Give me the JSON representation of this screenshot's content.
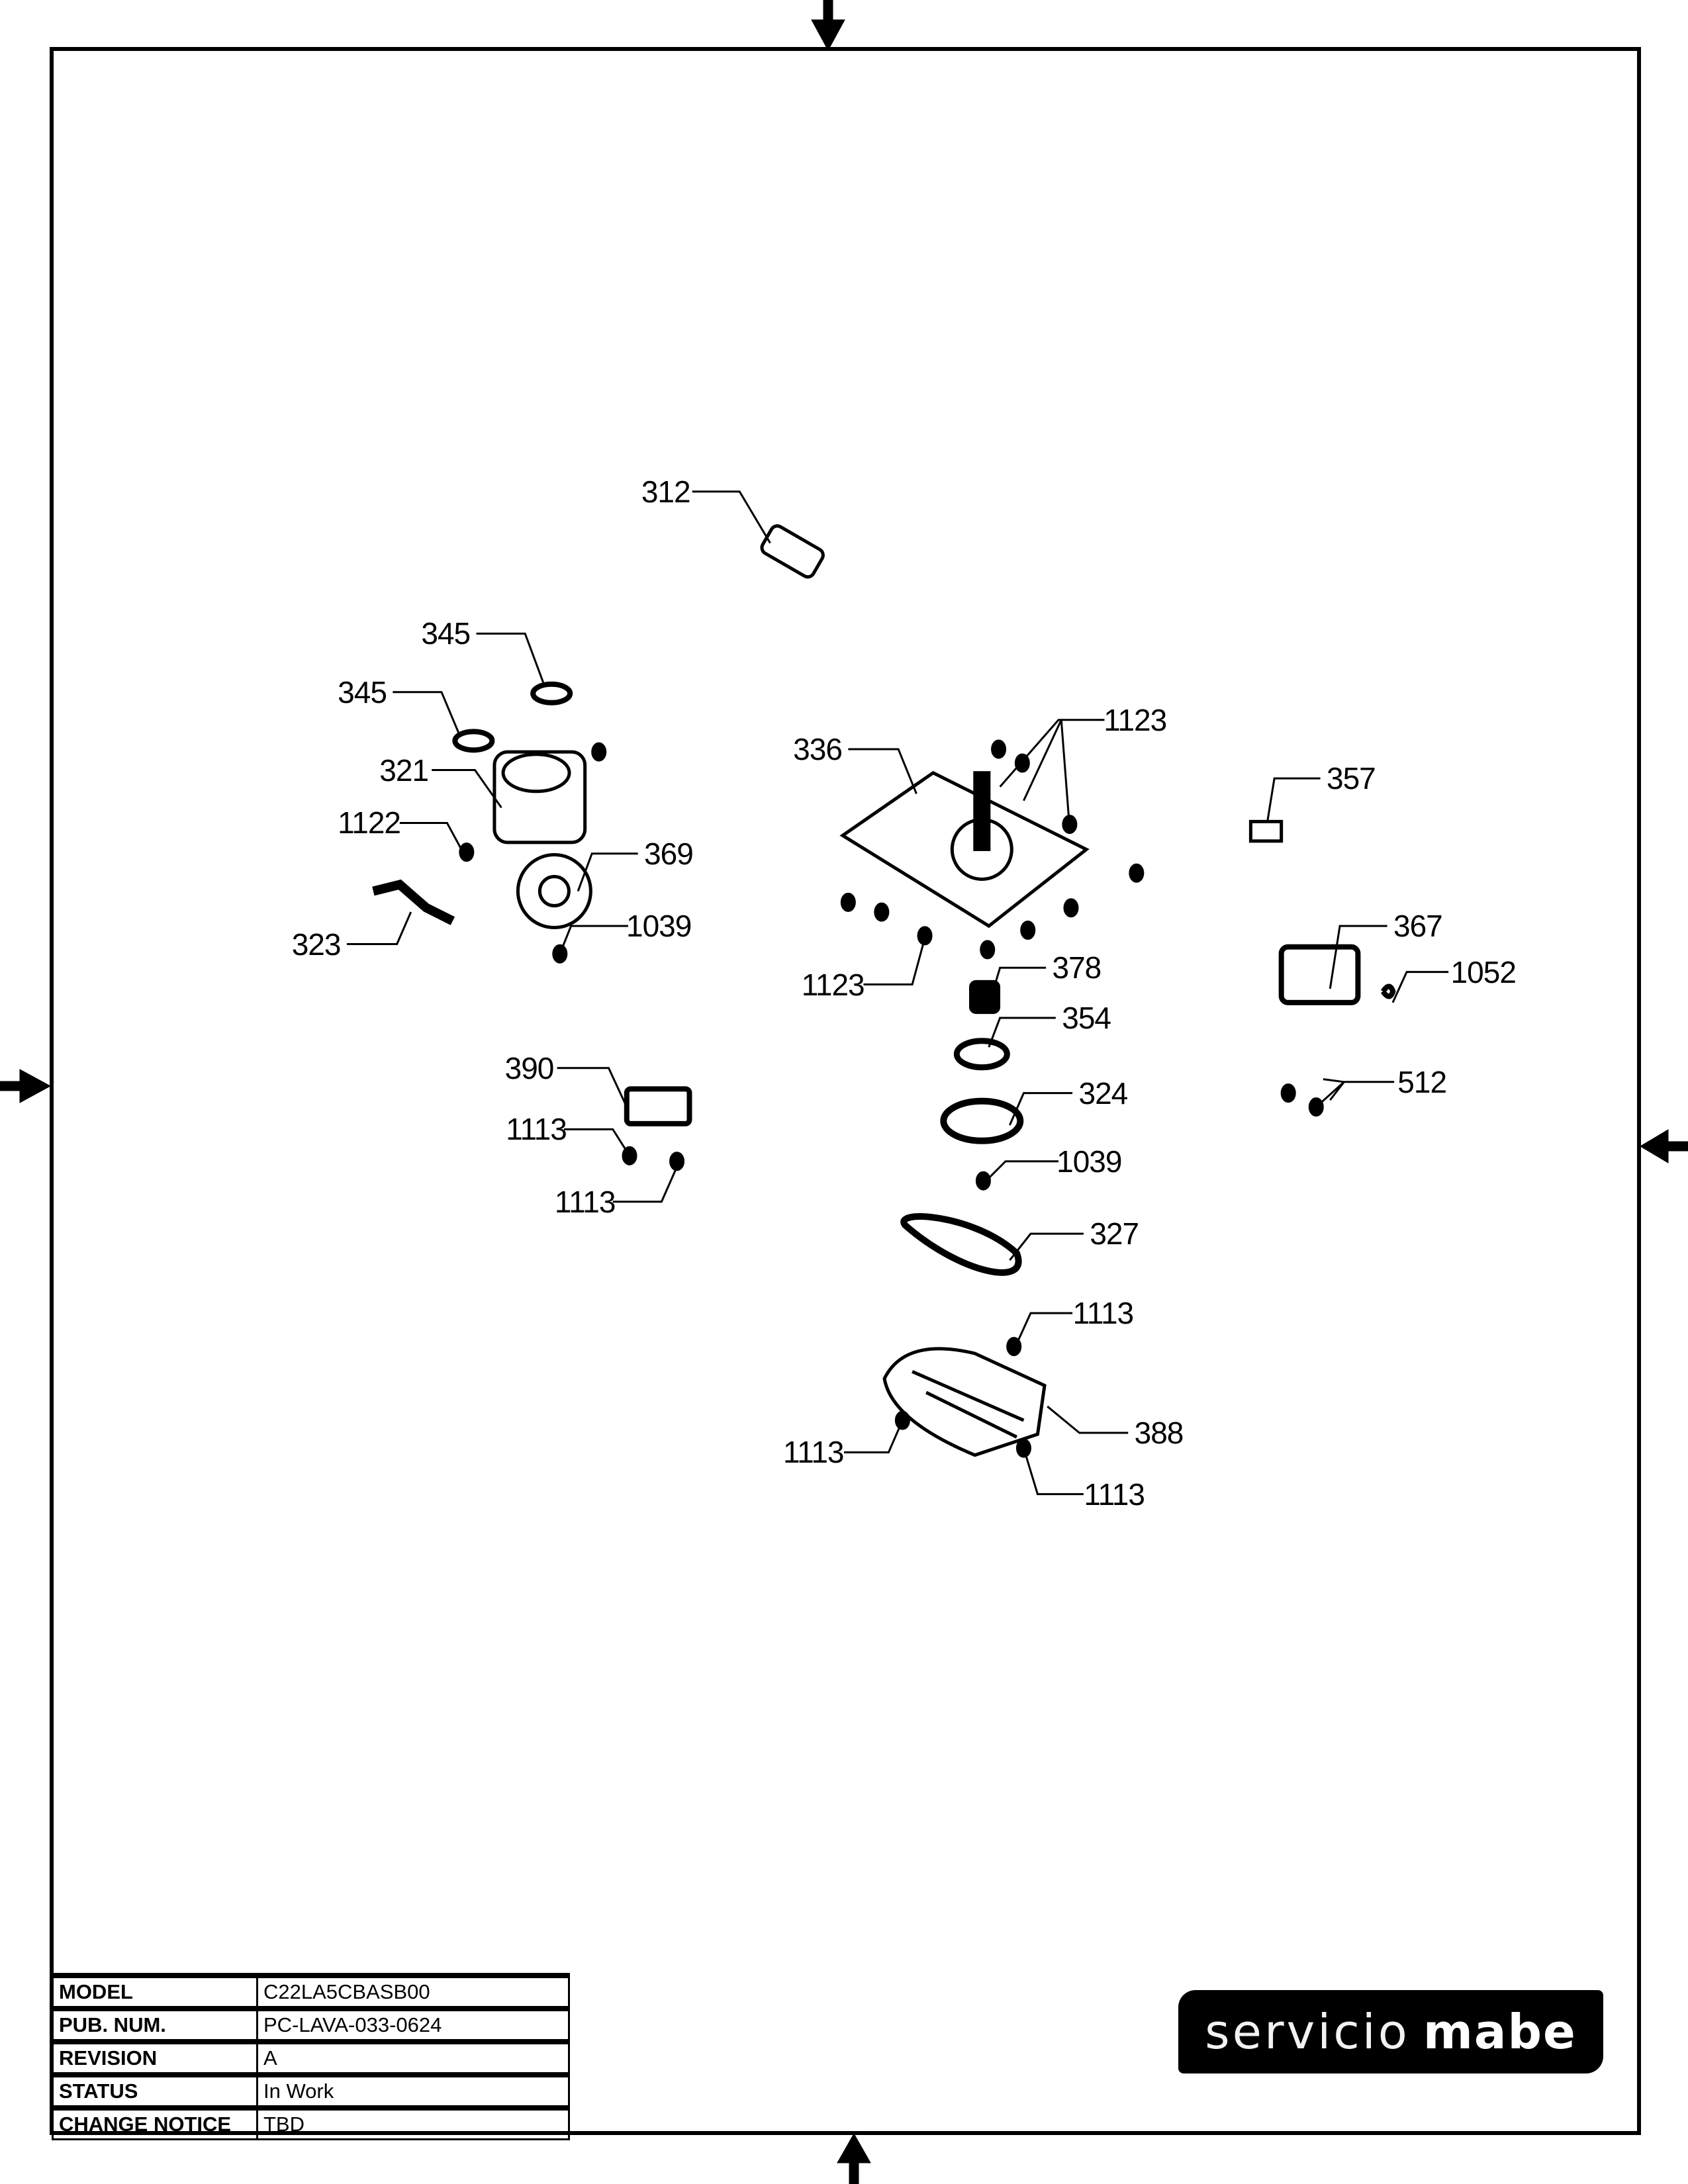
{
  "callouts": [
    "312",
    "345",
    "345",
    "321",
    "1122",
    "369",
    "323",
    "1039",
    "336",
    "1123",
    "357",
    "1123",
    "378",
    "354",
    "367",
    "1052",
    "512",
    "390",
    "1113",
    "1113",
    "324",
    "1039",
    "327",
    "1113",
    "388",
    "1113",
    "1113"
  ],
  "title_block": {
    "rows": [
      {
        "label": "MODEL",
        "value": "C22LA5CBASB00"
      },
      {
        "label": "PUB. NUM.",
        "value": "PC-LAVA-033-0624"
      },
      {
        "label": "REVISION",
        "value": "A"
      },
      {
        "label": "STATUS",
        "value": "In Work"
      },
      {
        "label": "CHANGE NOTICE",
        "value": "TBD"
      }
    ]
  },
  "logo": {
    "word1": "servicio",
    "word2": "mabe"
  },
  "colors": {
    "ink": "#000000",
    "paper": "#ffffff"
  }
}
